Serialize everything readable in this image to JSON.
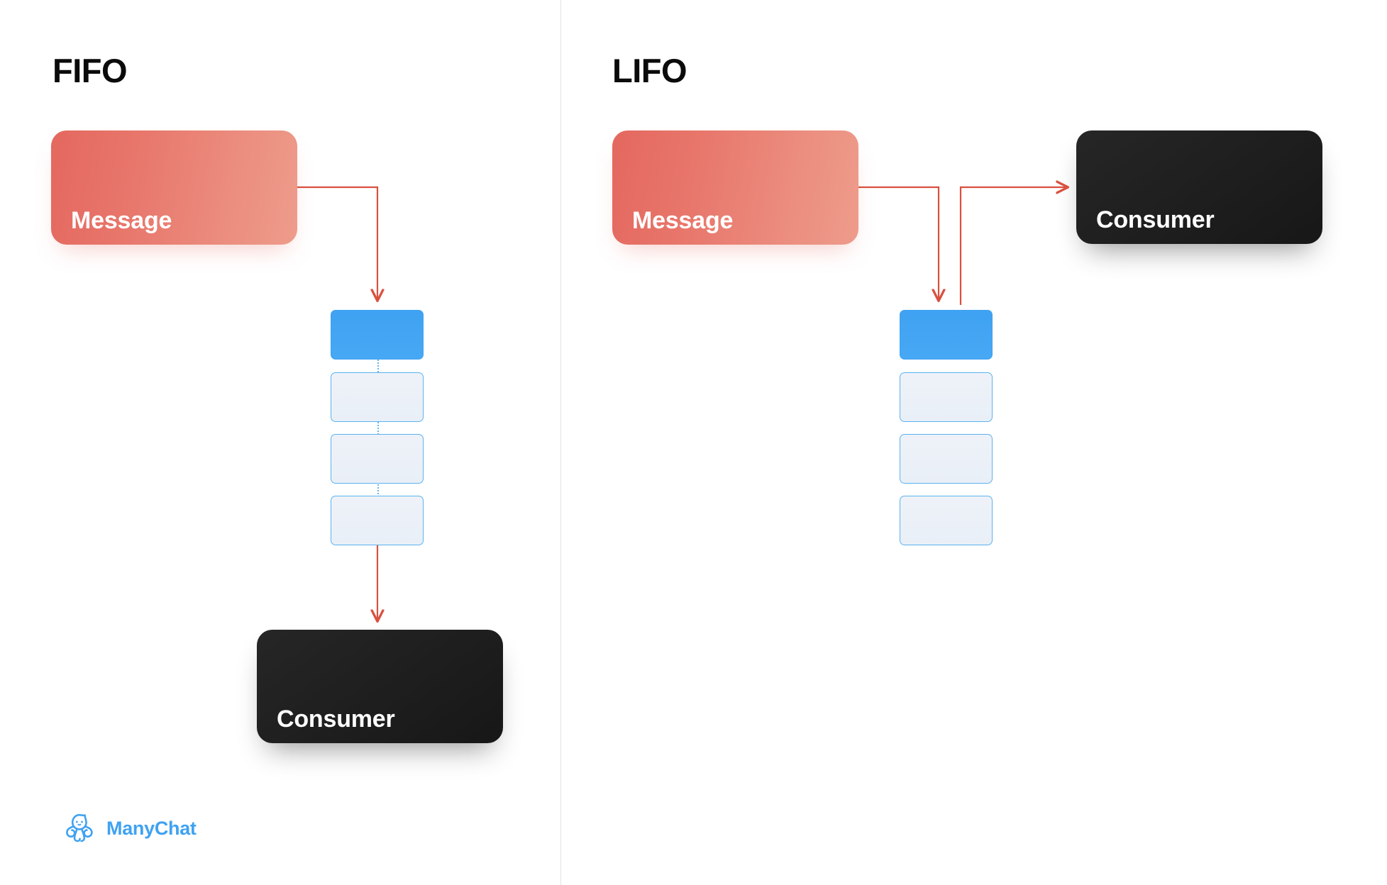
{
  "figure": {
    "kind": "comparison-diagram",
    "subject": "Message queue ordering strategies",
    "accent_red": "#d9503f",
    "accent_blue": "#3fa2f2",
    "message_color": "#e8776c",
    "consumer_color": "#1e1e1e",
    "empty_slot_color": "#eef2f8",
    "divider_color": "#e3e3e6",
    "background": "#ffffff"
  },
  "panels": [
    {
      "id": "fifo",
      "title": "FIFO",
      "message_label": "Message",
      "consumer_label": "Consumer",
      "queue": {
        "slots": 4,
        "filled_index": 0,
        "filled_position": "top",
        "has_dotted_spine": true
      },
      "flow": "Message enters the top of the queue, travels down through the queue, and the oldest item exits the bottom to the Consumer."
    },
    {
      "id": "lifo",
      "title": "LIFO",
      "message_label": "Message",
      "consumer_label": "Consumer",
      "queue": {
        "slots": 4,
        "filled_index": 0,
        "filled_position": "top",
        "has_dotted_spine": false
      },
      "flow": "Message enters the top of the stack and the newest item immediately exits from the top back out to the Consumer."
    }
  ],
  "brand": {
    "name": "ManyChat",
    "logo_icon": "octopus-icon",
    "color": "#3fa2f2"
  }
}
